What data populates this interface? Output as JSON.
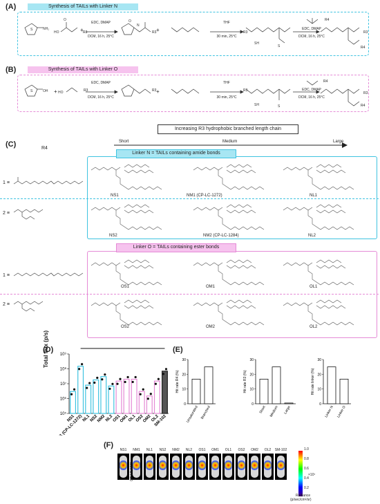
{
  "panelA": {
    "letter": "(A)",
    "banner": "Synthesis of TAILs with Linker N",
    "step1_top": "EDC, DMAP",
    "step1_bottom": "DCM, 16 h, 25°C",
    "step2_top": "THF",
    "step2_bottom": "30 min, 25°C",
    "step3_top": "EDC, DMAP",
    "step3_bottom": "DCM, 16 h, 25°C",
    "r3": "R3",
    "r4": "R4",
    "plus": "+"
  },
  "panelB": {
    "letter": "(B)",
    "banner": "Synthesis of TAILs with Linker O",
    "step1_top": "EDC, DMAP",
    "step1_bottom": "DCM, 16 h, 25°C",
    "step2_top": "THF",
    "step2_bottom": "30 min, 25°C",
    "step3_top": "EDC, DMAP",
    "step3_bottom": "DCM, 16 h, 25°C",
    "r3": "R3",
    "r4": "R4",
    "plus": "+"
  },
  "panelC": {
    "letter": "(C)",
    "arrow_title": "Increasing R3 hydrophobic branched length chain",
    "short": "Short",
    "medium": "Medium",
    "large": "Large",
    "r4_header": "R4",
    "linkerN_banner": "Linker N = TAILs containing amide bonds",
    "linkerO_banner": "Linker O = TAILs containing ester bonds",
    "row1_label": "1 ≡",
    "row2_label": "2 ≡",
    "N1": [
      "NS1",
      "NM1 (CP-LC-1272)",
      "NL1"
    ],
    "N2": [
      "NS2",
      "NM2 (CP-LC-1284)",
      "NL2"
    ],
    "O1": [
      "OS1",
      "OM1",
      "OL1"
    ],
    "O2": [
      "OS2",
      "OM2",
      "OL2"
    ]
  },
  "panelD": {
    "letter": "(D)",
    "ylabel": "Total flux (p/s)",
    "significance": "**",
    "colors": {
      "linkerN": "#3ec3e0",
      "linkerO": "#e58ad6",
      "ref": "#222222"
    }
  },
  "panelE": {
    "letter": "(E)",
    "c1": {
      "ylabel": "Hit rate R4 (%)",
      "cats": [
        "Unsaturated",
        "Branched"
      ],
      "values": [
        16.7,
        25
      ],
      "ymax": 30
    },
    "c2": {
      "ylabel": "Hit rate R3 (%)",
      "cats": [
        "Short",
        "Medium",
        "Large"
      ],
      "values": [
        16.7,
        25,
        0.5
      ],
      "ymax": 30
    },
    "c3": {
      "ylabel": "Hit rate linker (%)",
      "cats": [
        "Linker N",
        "Linker O"
      ],
      "values": [
        25,
        16.7
      ],
      "ymax": 30
    },
    "ticks": [
      "0",
      "10",
      "20",
      "30"
    ]
  },
  "panelF": {
    "letter": "(F)",
    "mice": [
      "NS1",
      "NM1",
      "NL1",
      "NS2",
      "NM2",
      "NL2",
      "OS1",
      "OM1",
      "OL1",
      "OS2",
      "OM2",
      "OL2",
      "SM-102"
    ],
    "nm1_sub": "CP-LC-1272",
    "scale_top": "1.0",
    "scale_labels": [
      "0.8",
      "0.6",
      "0.4",
      "0.2"
    ],
    "scale_exp": "×10⁷",
    "radiance_label": "Radiance",
    "radiance_units": "(p/sec/cm²/sr)"
  },
  "chart_data": [
    {
      "type": "bar",
      "title": "",
      "ylabel": "Total flux (p/s)",
      "yscale": "log",
      "ylim": [
        100000,
        1000000000
      ],
      "yticks": [
        "10⁵",
        "10⁶",
        "10⁷",
        "10⁸",
        "10⁹"
      ],
      "categories": [
        "NS1",
        "NM1 (CP-LC-1272)",
        "NL1",
        "NS2",
        "NM2",
        "NL2",
        "OS1",
        "OM1",
        "OL1",
        "OS2",
        "OM2",
        "OL2",
        "SM-102"
      ],
      "values": [
        3000000,
        150000000,
        8000000,
        18000000,
        30000000,
        7000000,
        15000000,
        20000000,
        20000000,
        3000000,
        1500000,
        15000000,
        70000000
      ],
      "groups": [
        "N",
        "N",
        "N",
        "N",
        "N",
        "N",
        "O",
        "O",
        "O",
        "O",
        "O",
        "O",
        "ref"
      ],
      "annotations": [
        "**"
      ]
    },
    {
      "type": "bar",
      "ylabel": "Hit rate R4 (%)",
      "categories": [
        "Unsaturated",
        "Branched"
      ],
      "values": [
        16.7,
        25
      ],
      "ylim": [
        0,
        30
      ]
    },
    {
      "type": "bar",
      "ylabel": "Hit rate R3 (%)",
      "categories": [
        "Short",
        "Medium",
        "Large"
      ],
      "values": [
        16.7,
        25,
        0.5
      ],
      "ylim": [
        0,
        30
      ]
    },
    {
      "type": "bar",
      "ylabel": "Hit rate linker (%)",
      "categories": [
        "Linker N",
        "Linker O"
      ],
      "values": [
        25,
        16.7
      ],
      "ylim": [
        0,
        30
      ]
    }
  ]
}
